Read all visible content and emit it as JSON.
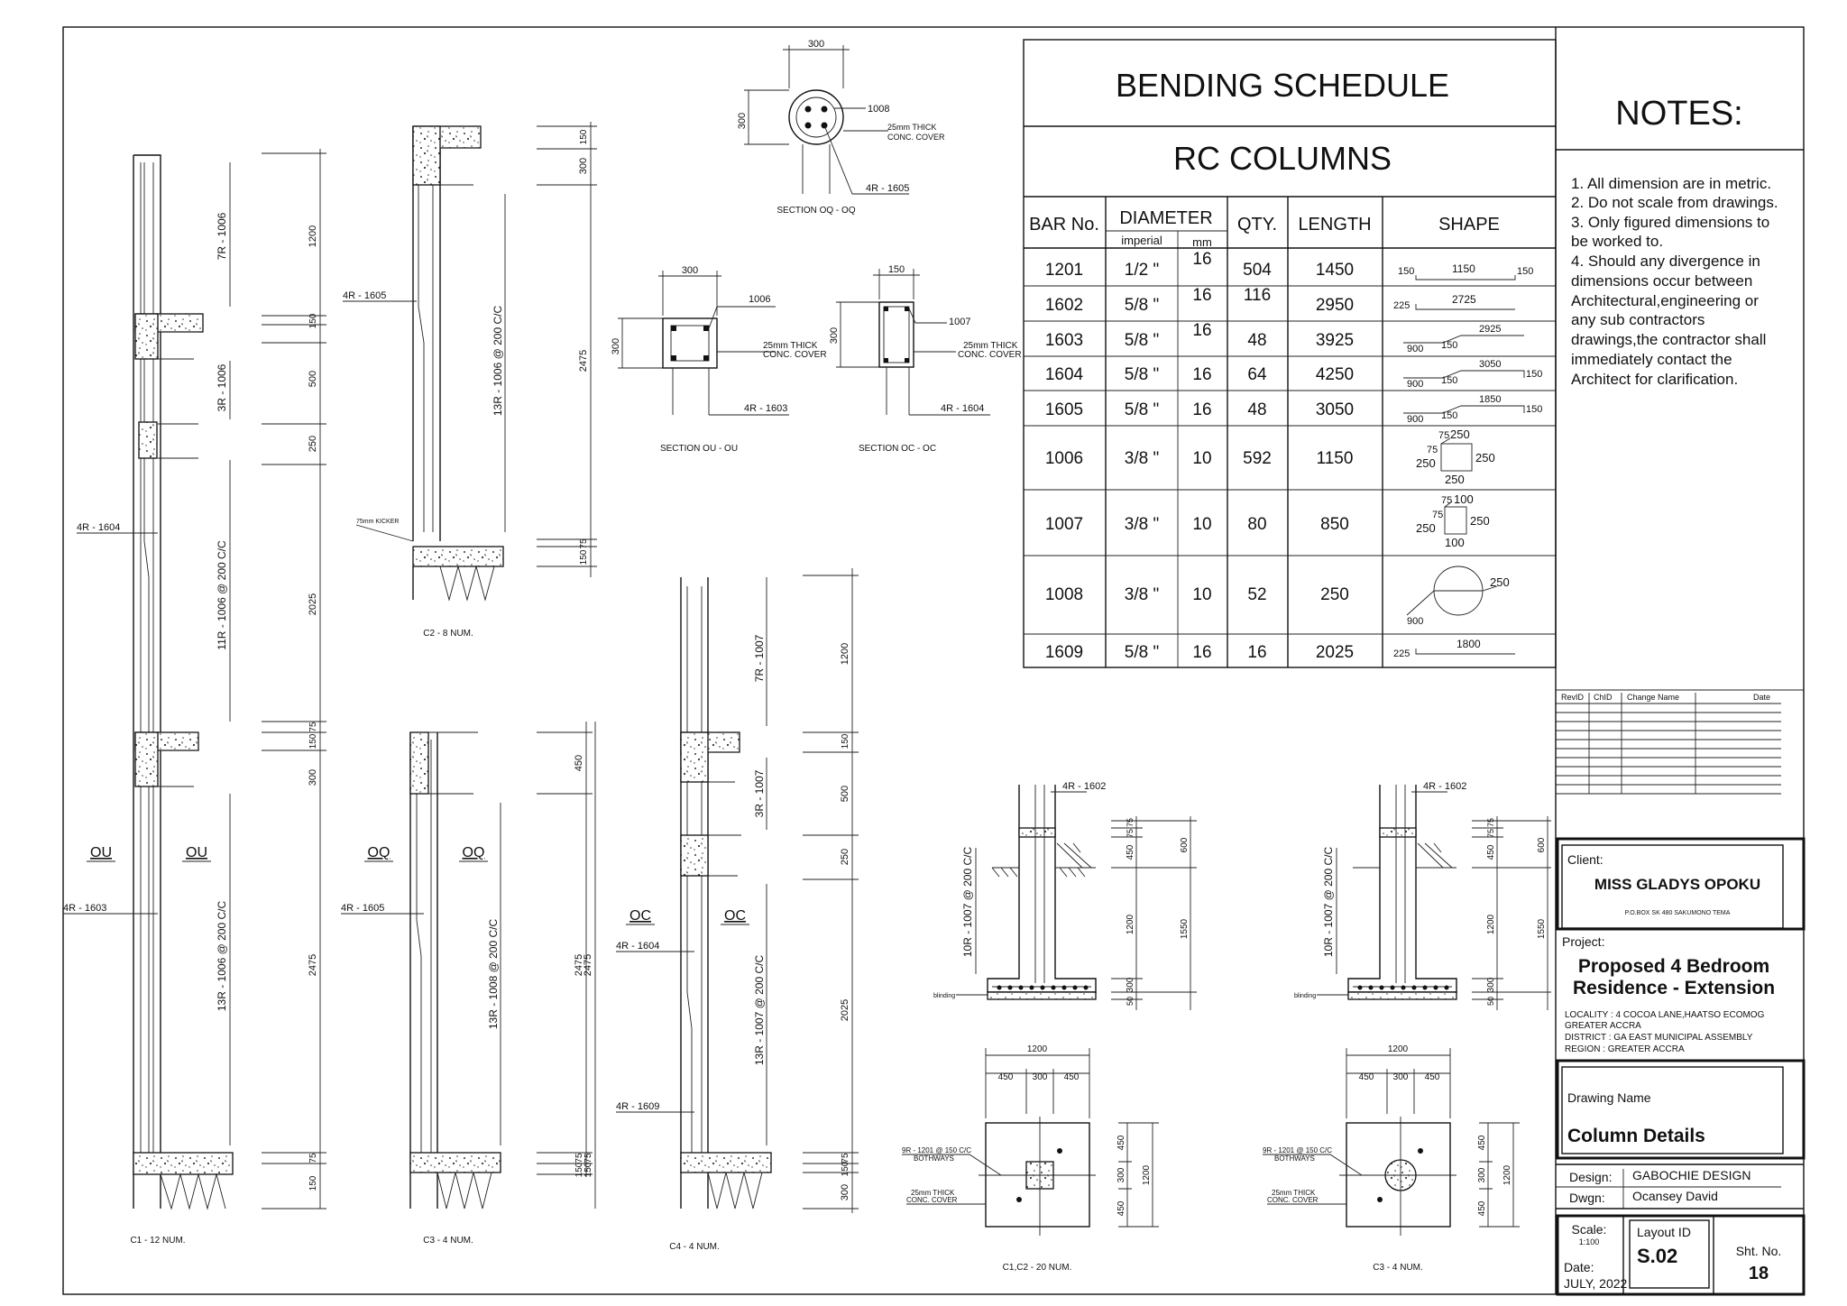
{
  "schedule": {
    "title": "BENDING  SCHEDULE",
    "subtitle": "RC  COLUMNS",
    "headers": {
      "bar": "BAR No.",
      "diameter": "DIAMETER",
      "imperial": "imperial",
      "mm": "mm",
      "qty": "QTY.",
      "length": "LENGTH",
      "shape": "SHAPE"
    },
    "rows": [
      {
        "bar": "1201",
        "imperial": "1/2 \"",
        "mm": "16",
        "qty": "504",
        "length": "1450"
      },
      {
        "bar": "1602",
        "imperial": "5/8 \"",
        "mm": "16",
        "qty": "116",
        "length": "2950"
      },
      {
        "bar": "1603",
        "imperial": "5/8 \"",
        "mm": "16",
        "qty": "48",
        "length": "3925"
      },
      {
        "bar": "1604",
        "imperial": "5/8 \"",
        "mm": "16",
        "qty": "64",
        "length": "4250"
      },
      {
        "bar": "1605",
        "imperial": "5/8 \"",
        "mm": "16",
        "qty": "48",
        "length": "3050"
      },
      {
        "bar": "1006",
        "imperial": "3/8 \"",
        "mm": "10",
        "qty": "592",
        "length": "1150"
      },
      {
        "bar": "1007",
        "imperial": "3/8 \"",
        "mm": "10",
        "qty": "80",
        "length": "850"
      },
      {
        "bar": "1008",
        "imperial": "3/8 \"",
        "mm": "10",
        "qty": "52",
        "length": "250"
      },
      {
        "bar": "1609",
        "imperial": "5/8 \"",
        "mm": "16",
        "qty": "16",
        "length": "2025"
      }
    ],
    "shapes": {
      "s1201": [
        "150",
        "1150",
        "150"
      ],
      "s1602": [
        "225",
        "2725"
      ],
      "s1603": [
        "900",
        "150",
        "2925"
      ],
      "s1604": [
        "900",
        "150",
        "3050",
        "150"
      ],
      "s1605": [
        "900",
        "150",
        "1850",
        "150"
      ],
      "s1006": [
        "75",
        "250",
        "75",
        "250",
        "250",
        "250"
      ],
      "s1007": [
        "75",
        "100",
        "75",
        "250",
        "250",
        "100"
      ],
      "s1008": [
        "250",
        "900"
      ],
      "s1609": [
        "225",
        "1800"
      ]
    }
  },
  "notes": {
    "title": "NOTES:",
    "items": [
      "1. All dimension are in metric.",
      "2. Do not scale from drawings.",
      "3. Only figured dimensions to",
      "be worked to.",
      "4. Should any divergence in",
      "dimensions occur between",
      "Architectural,engineering or",
      "any sub contractors",
      "drawings,the contractor shall",
      "immediately contact the",
      "Architect for clarification."
    ]
  },
  "revisions": {
    "rev_id": "RevID",
    "ch_id": "ChID",
    "change_name": "Change Name",
    "date": "Date"
  },
  "title_block": {
    "client_label": "Client:",
    "client_name": "MISS GLADYS OPOKU",
    "client_address": "P.O.BOX SK 480 SAKUMONO TEMA",
    "project_label": "Project:",
    "project_line1": "Proposed 4 Bedroom",
    "project_line2": "Residence - Extension",
    "locality": "LOCALITY :  4 COCOA LANE,HAATSO ECOMOG",
    "locality2": "GREATER ACCRA",
    "district": "DISTRICT   : GA EAST MUNICIPAL ASSEMBLY",
    "region": "REGION    : GREATER ACCRA",
    "drawing_name_label": "Drawing Name",
    "drawing_name": "Column Details",
    "design_label": "Design:",
    "design_value": "GABOCHIE DESIGN",
    "dwgn_label": "Dwgn:",
    "dwgn_value": "Ocansey David",
    "scale_label": "Scale:",
    "scale_value": "1:100",
    "date_label": "Date:",
    "date_value": "JULY, 2022",
    "layout_label": "Layout ID",
    "layout_value": "S.02",
    "sheet_label": "Sht. No.",
    "sheet_value": "18"
  },
  "sections": {
    "oq": {
      "title": "SECTION  OQ - OQ",
      "width": "300",
      "height": "300",
      "tie": "1008",
      "cover": "25mm THICK",
      "cover2": "CONC. COVER",
      "bars": "4R - 1605"
    },
    "ou": {
      "title": "SECTION  OU - OU",
      "width": "300",
      "height": "300",
      "tie": "1006",
      "cover": "25mm THICK",
      "cover2": "CONC. COVER",
      "bars": "4R - 1603"
    },
    "oc": {
      "title": "SECTION  OC - OC",
      "width": "150",
      "height": "300",
      "tie": "1007",
      "cover": "25mm THICK",
      "cover2": "CONC. COVER",
      "bars": "4R - 1604"
    }
  },
  "c1": {
    "caption": "C1 - 12 NUM.",
    "links_top": "7R - 1006",
    "links_mid": "3R - 1006",
    "links_lower": "11R - 1006 @ 200 C/C",
    "links_bottom": "13R - 1006 @ 200 C/C",
    "bar_a": "4R - 1604",
    "bar_b": "4R - 1603",
    "dims": [
      "1200",
      "150",
      "500",
      "250",
      "2025",
      "75",
      "150",
      "300",
      "2475",
      "75",
      "150"
    ],
    "cut_left": "OU",
    "cut_right": "OU"
  },
  "c2": {
    "caption": "C2 - 8 NUM.",
    "bar": "4R - 1605",
    "links": "13R - 1006 @ 200 C/C",
    "kicker": "75mm KICKER",
    "dims": [
      "150",
      "300",
      "2475",
      "75",
      "150"
    ]
  },
  "c3": {
    "caption": "C3 - 4 NUM.",
    "bar": "4R - 1605",
    "links": "13R - 1008 @ 200 C/C",
    "dims": [
      "450",
      "2475",
      "75",
      "150"
    ],
    "cut_left": "OQ",
    "cut_right": "OQ"
  },
  "c4": {
    "caption": "C4 - 4 NUM.",
    "bar_a": "4R - 1604",
    "bar_b": "4R - 1609",
    "links_top": "7R - 1007",
    "links_mid": "3R - 1007",
    "links_bottom": "13R - 1007 @ 200 C/C",
    "dims": [
      "1200",
      "150",
      "500",
      "250",
      "2025",
      "75",
      "150",
      "300"
    ],
    "dims_left": [
      "2475",
      "75",
      "150"
    ],
    "cut_left": "OC",
    "cut_right": "OC"
  },
  "footings": [
    {
      "caption": "C1,C2 - 20 NUM.",
      "bar": "4R - 1602",
      "links": "10R - 1007 @ 200 C/C",
      "blinding": "blinding",
      "dims_near": [
        "75",
        "75",
        "450",
        "1200",
        "300",
        "50"
      ],
      "dims_far": [
        "600",
        "1550"
      ],
      "plan_width": "1200",
      "plan_parts": [
        "450",
        "300",
        "450"
      ],
      "plan_side": [
        "450",
        "300",
        "450"
      ],
      "plan_side_total": "1200",
      "mesh": "9R - 1201 @ 150  C/C",
      "mesh2": "BOTHWAYS",
      "cover": "25mm THICK",
      "cover2": "CONC. COVER"
    },
    {
      "caption": "C3 - 4 NUM.",
      "bar": "4R - 1602",
      "links": "10R - 1007 @ 200 C/C",
      "blinding": "blinding",
      "dims_near": [
        "75",
        "75",
        "450",
        "1200",
        "300",
        "50"
      ],
      "dims_far": [
        "600",
        "1550"
      ],
      "plan_width": "1200",
      "plan_parts": [
        "450",
        "300",
        "450"
      ],
      "plan_side": [
        "450",
        "300",
        "450"
      ],
      "plan_side_total": "1200",
      "mesh": "9R - 1201 @ 150  C/C",
      "mesh2": "BOTHWAYS",
      "cover": "25mm THICK",
      "cover2": "CONC. COVER"
    }
  ]
}
